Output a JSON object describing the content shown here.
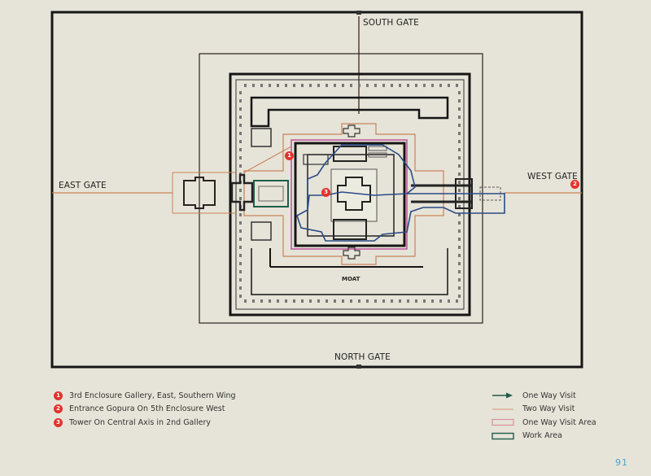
{
  "gates": {
    "south": "SOUTH GATE",
    "north": "NORTH GATE",
    "east": "EAST GATE",
    "west": "WEST GATE"
  },
  "moat_label": "MOAT",
  "markers": [
    {
      "number": "1",
      "label": "3rd Enclosure Gallery, East, Southern Wing"
    },
    {
      "number": "2",
      "label": "Entrance Gopura On 5th Enclosure West"
    },
    {
      "number": "3",
      "label": "Tower On Central Axis in 2nd Gallery"
    }
  ],
  "legend": [
    {
      "label": "One Way Visit",
      "symbol": "arrow",
      "color": "#1f5d4a"
    },
    {
      "label": "Two Way Visit",
      "symbol": "line",
      "color": "#d9a58e"
    },
    {
      "label": "One Way Visit Area",
      "symbol": "rect",
      "color": "#d88fa0"
    },
    {
      "label": "Work Area",
      "symbol": "rect",
      "color": "#1f5d4a"
    }
  ],
  "colors": {
    "background": "#e6e4d8",
    "outline": "#1a1a1a",
    "two_way_path": "#c9825a",
    "one_way_path": "#2a4a86",
    "one_way_area": "#c05aa0",
    "work_area": "#1f5d4a",
    "marker": "#e5312d",
    "page_number": "#4fa3c8"
  },
  "page_number": "91"
}
